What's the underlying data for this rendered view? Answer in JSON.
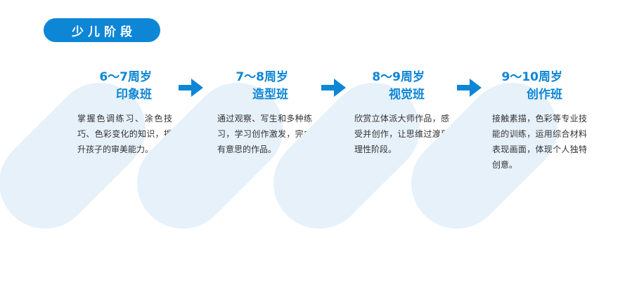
{
  "section": {
    "label": "少儿阶段"
  },
  "colors": {
    "accent": "#0d86d6",
    "blob": "#e6f1fa",
    "text": "#333333"
  },
  "arrow_icon": "arrow-right-icon",
  "stages": [
    {
      "age": "6～7周岁",
      "name": "印象班",
      "desc": "掌握色调练习、涂色技巧、色彩变化的知识，提升孩子的审美能力。"
    },
    {
      "age": "7～8周岁",
      "name": "造型班",
      "desc": "通过观察、写生和多种练习，学习创作激发，完成有意思的作品。"
    },
    {
      "age": "8～9周岁",
      "name": "视觉班",
      "desc": "欣赏立体派大师作品，感受并创作，让思维过渡到理性阶段。"
    },
    {
      "age": "9～10周岁",
      "name": "创作班",
      "desc": "接触素描，色彩等专业技能的训练，运用综合材料表现画面，体现个人独特创意。"
    }
  ]
}
